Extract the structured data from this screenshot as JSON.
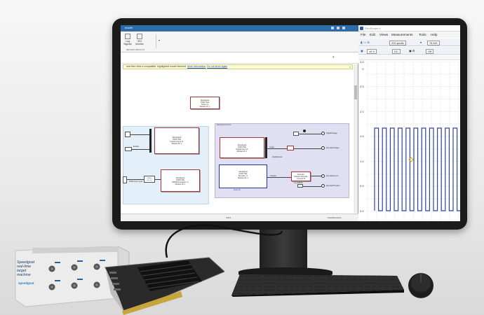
{
  "simulink": {
    "window_title": "model",
    "ribbon": {
      "btn1_line1": "Log",
      "btn1_line2": "Signals",
      "btn2_line1": "SDI",
      "btn2_line2": "Monitor",
      "group_label": "REVIEW RESULTS"
    },
    "infobar": {
      "text": "and then click a compatible, highlighted model element.",
      "link1": "More information",
      "link2": "Do not show again"
    },
    "blocks": {
      "top_block": [
        "Speedgoat",
        "IO397 Test",
        "Setup v1",
        "Module ID: 1"
      ],
      "digital_out": [
        "Speedgoat",
        "IO397 50k",
        "Digital Output v1",
        "Module ID: 1"
      ],
      "pwm_out": [
        "Speedgoat",
        "IO397 50k",
        "PWM/Generation v1",
        "Module ID: 1"
      ],
      "digital_in": [
        "Speedgoat",
        "IO397 50k",
        "Digital Input v1",
        "Module ID: 1"
      ],
      "encoder_in": [
        "Speedgoat",
        "IO397 50k",
        "Encoder v1",
        "Module ID: 1"
      ],
      "decoder": [
        "Encoder",
        "Position Decoder",
        "Counter B"
      ],
      "input_area_title": "Speedgoat Inputs",
      "pwm_label": "PWM in 0K..5V",
      "pwm_duty_label": "PWM Duty Cycle",
      "enable_label": "Enable",
      "single_label": "single",
      "position_label": "Position",
      "count_label": "0 to 65535",
      "outputs": [
        "DigitalVoltage",
        "EncoderVoltage",
        "DigitalInputs",
        "EncodedCount",
        "EncodedPosition"
      ],
      "input_caption": "Input Ch"
    },
    "status": {
      "center": "111%",
      "right": "FixedStepAuto"
    }
  },
  "picoscope": {
    "title": "PicoScope 6",
    "menu": [
      "File",
      "Edit",
      "Views",
      "Measurements",
      "Tools",
      "Help"
    ],
    "timebase": "200 µs/div",
    "samples": "78 MS",
    "range": "±5 V",
    "coupling": "DC",
    "trigger": "Off",
    "y_ticks": [
      "3.0",
      "2.5",
      "2.0",
      "1.5",
      "1.0",
      "0.5",
      "0.0"
    ],
    "y_unit": "V"
  },
  "hardware": {
    "box_text": [
      "Speedgoat",
      "real-time",
      "target",
      "machine"
    ],
    "box_brand": "speedgoat"
  },
  "colors": {
    "wave": "#3142a6",
    "block_border": "#a4343a",
    "area_purple": "#e1e0f3",
    "area_blue": "#e3f0f9",
    "brand_blue": "#2d6ca8"
  }
}
